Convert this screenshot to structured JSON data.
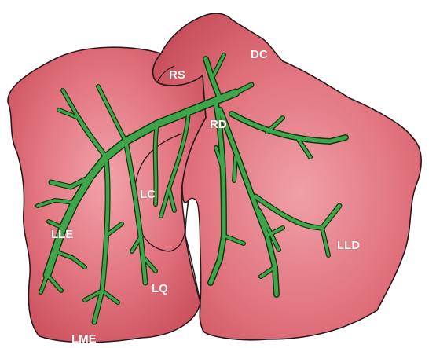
{
  "diagram": {
    "colors": {
      "lobe_fill": "#e06a74",
      "lobe_fill_dark": "#c94a57",
      "lobe_outline": "#2a1a1c",
      "vessel_fill": "#3fa54a",
      "vessel_outline": "#123814",
      "label_text": "#ffffff"
    },
    "labels": {
      "rs": "RS",
      "dc": "DC",
      "rd": "RD",
      "lc": "LC",
      "lle": "LLE",
      "lld": "LLD",
      "lq": "LQ",
      "lme": "LME"
    }
  }
}
